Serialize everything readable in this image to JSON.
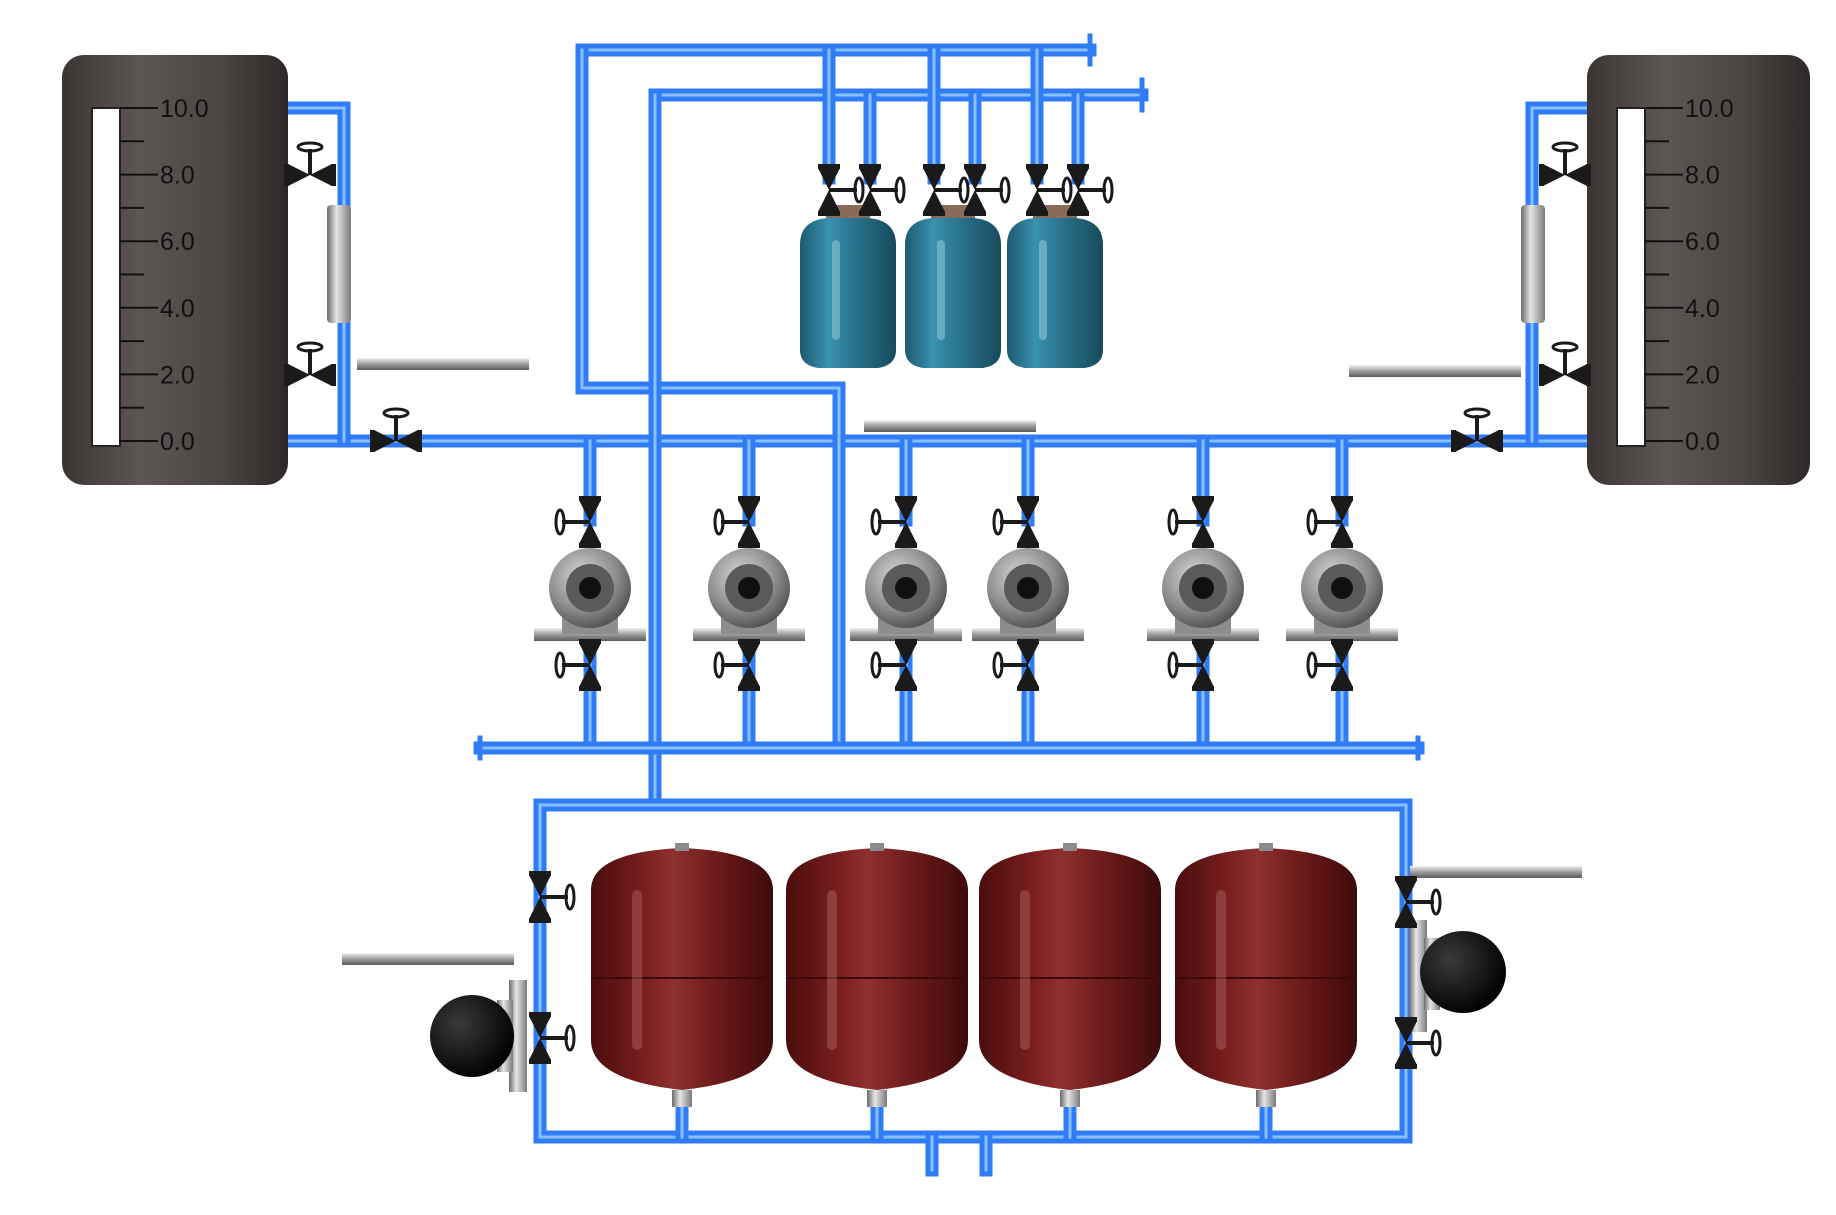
{
  "colors": {
    "pipe": "#2f7cf6",
    "pipe_highlight": "#9fd0ff",
    "tank_body": "#4a4443",
    "expansion_vessel": "#6b1a1a",
    "filter_vessel": "#2d7a95",
    "pump_body": "#8d8d8d",
    "valve": "#1a1a1a"
  },
  "left_tank": {
    "icon": "level-gauge-tank",
    "scale": [
      {
        "label": "10.0"
      },
      {
        "label": "8.0"
      },
      {
        "label": "6.0"
      },
      {
        "label": "4.0"
      },
      {
        "label": "2.0"
      },
      {
        "label": "0.0"
      }
    ]
  },
  "right_tank": {
    "icon": "level-gauge-tank",
    "scale": [
      {
        "label": "10.0"
      },
      {
        "label": "8.0"
      },
      {
        "label": "6.0"
      },
      {
        "label": "4.0"
      },
      {
        "label": "2.0"
      },
      {
        "label": "0.0"
      }
    ]
  },
  "filters": {
    "count": 3,
    "icon": "filter-vessel"
  },
  "pumps": {
    "count": 6,
    "icon": "centrifugal-pump"
  },
  "expansion_vessels": {
    "count": 4,
    "icon": "expansion-vessel"
  },
  "side_pumps": {
    "count": 2,
    "icon": "circulation-pump"
  }
}
